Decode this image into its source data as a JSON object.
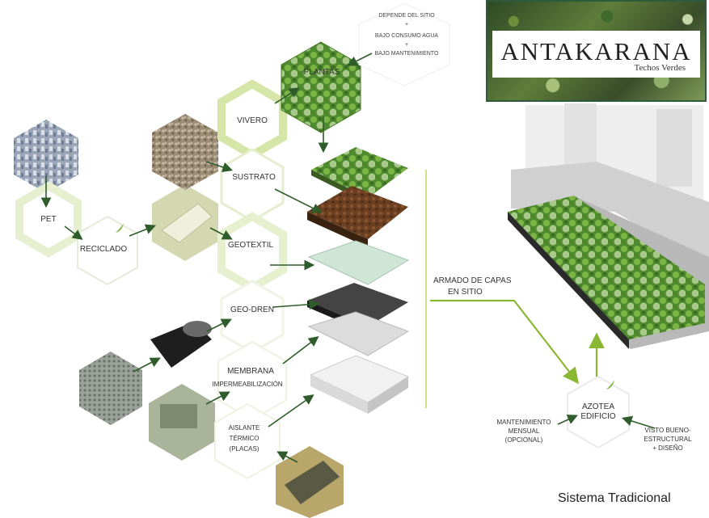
{
  "brand": {
    "title": "ANTAKARANA",
    "subtitle": "Techos Verdes"
  },
  "nodes": {
    "pet": "PET",
    "reciclado": "RECICLADO",
    "vivero": "VIVERO",
    "plantas": "PLANTAS",
    "sustrato": "SUSTRATO",
    "geotextil": "GEOTEXTIL",
    "geodren": "GEO-DREN",
    "membrana_1": "MEMBRANA",
    "membrana_2": "IMPERMEABILIZACIÓN",
    "aislante_1": "AISLANTE",
    "aislante_2": "TÉRMICO",
    "aislante_3": "(PLACAS)",
    "azotea_1": "AZOTEA",
    "azotea_2": "EDIFICIO"
  },
  "plant_notes": {
    "line1": "DEPENDE DEL SITIO",
    "plus1": "+",
    "line2": "BAJO CONSUMO AGUA",
    "plus2": "+",
    "line3": "BAJO MANTENIMIENTO"
  },
  "armado": {
    "line1": "ARMADO DE CAPAS",
    "line2": "EN SITIO"
  },
  "mantenimiento": {
    "line1": "MANTENIMIENTO",
    "line2": "MENSUAL",
    "line3": "(OPCIONAL)"
  },
  "visto": {
    "line1": "VISTO BUENO-",
    "line2": "ESTRUCTURAL",
    "line3": "+ DISEÑO"
  },
  "footer": "Sistema Tradicional",
  "colors": {
    "arrow": "#2e5c2a",
    "arrow_light": "#8ab834",
    "hex_border": "#d8e4b8",
    "hex_green": "#c9dc8e"
  }
}
